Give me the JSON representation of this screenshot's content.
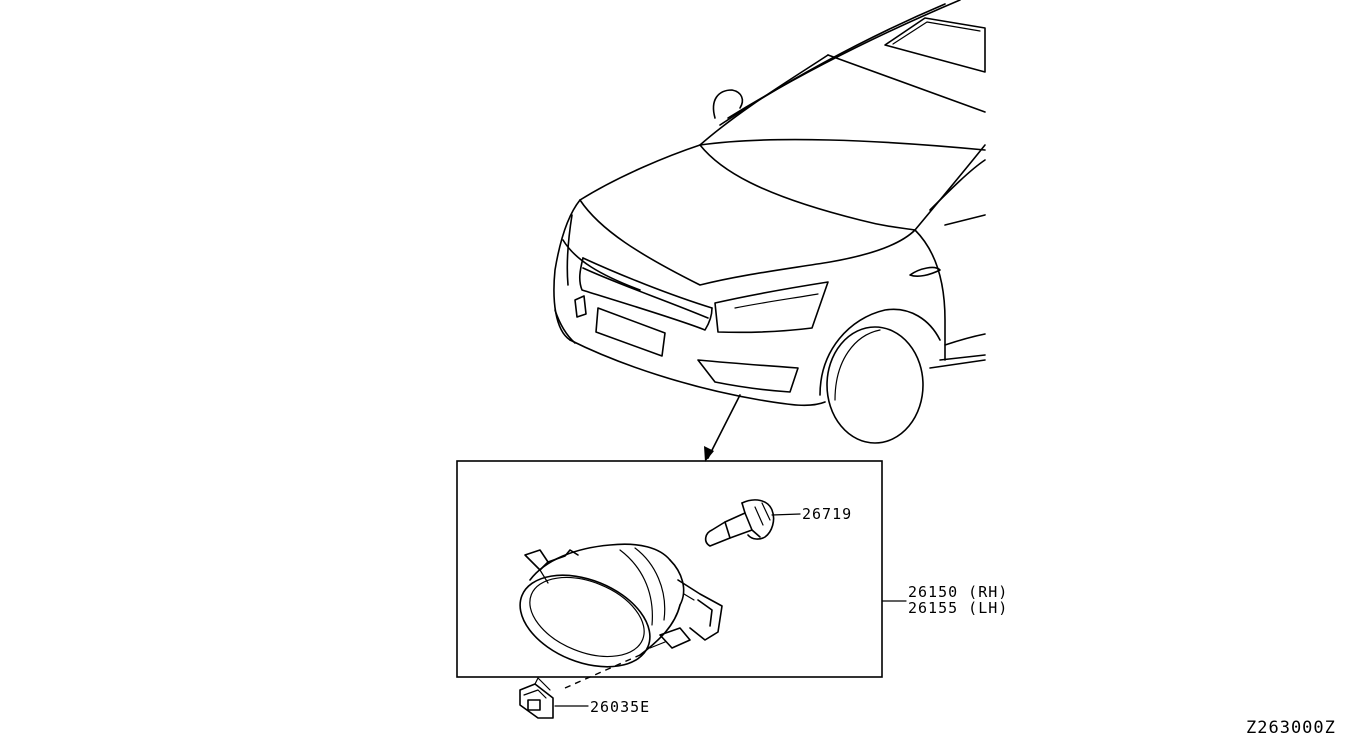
{
  "callouts": {
    "bulb": "26719",
    "lamp_rh": "26150 (RH)",
    "lamp_lh": "26155 (LH)",
    "bracket": "26035E"
  },
  "diagram_code": "Z263000Z"
}
